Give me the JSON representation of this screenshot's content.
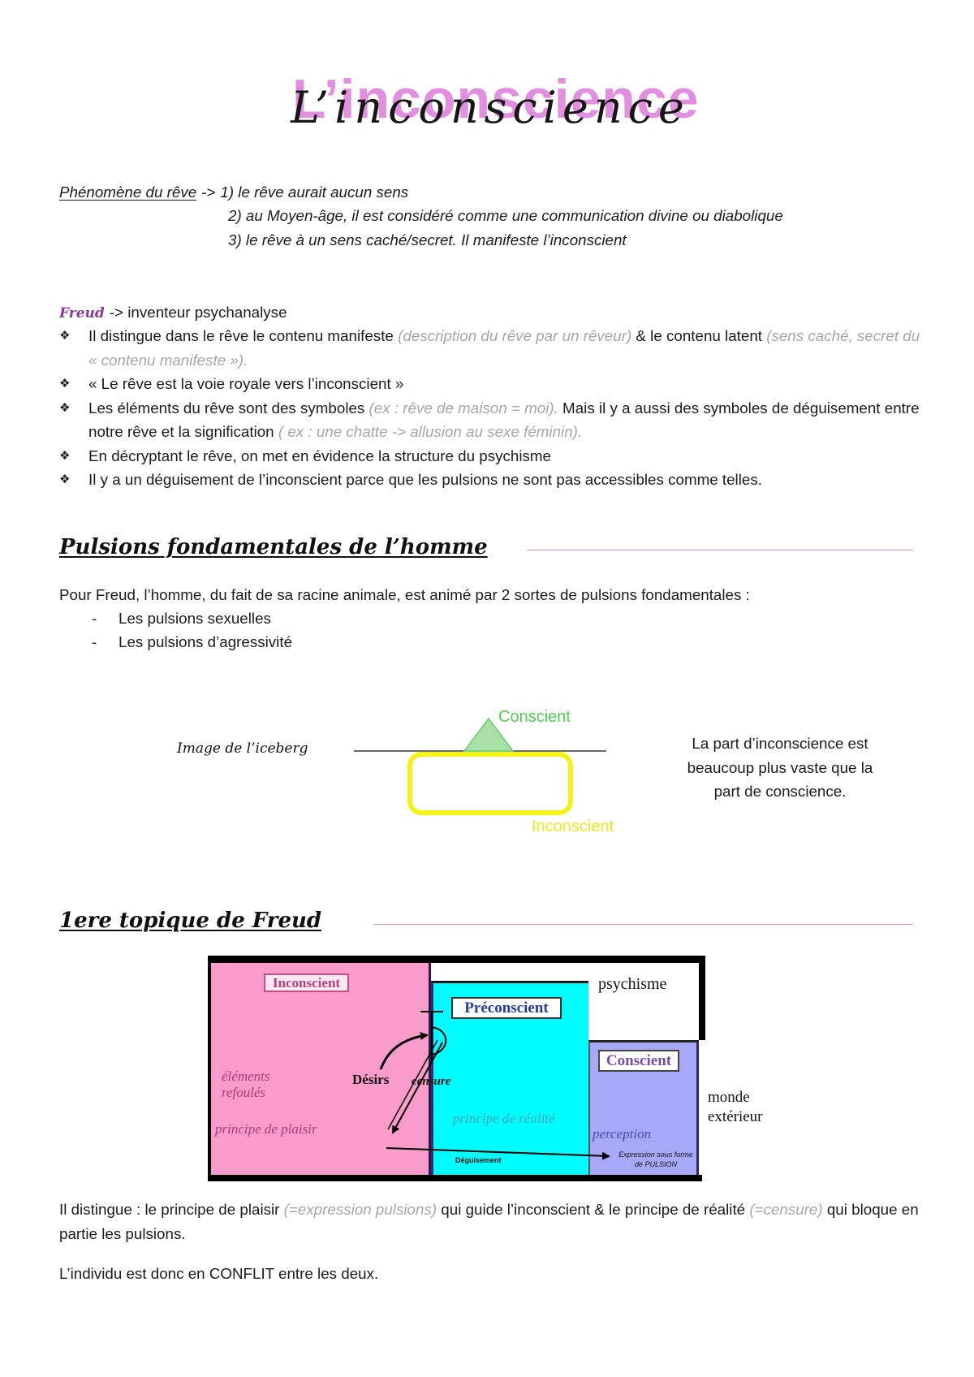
{
  "title": "L’inconscience",
  "dream": {
    "label": "Phénomène du rêve",
    "arrow": "->",
    "items": [
      "1) le rêve aurait aucun sens",
      "2) au Moyen-âge, il est considéré comme une communication divine ou diabolique",
      "3) le rêve à un sens caché/secret. Il manifeste l’inconscient"
    ]
  },
  "freud": {
    "name": "Freud",
    "desc": "-> inventeur psychanalyse",
    "bullet_icon": "diamond-bullet-icon",
    "bullet_glyph": "❖",
    "bullets": [
      [
        "Il distingue dans le rêve le contenu manifeste ",
        "(description du rêve par un rêveur)",
        " & le contenu latent ",
        "(sens caché, secret du « contenu manifeste »)."
      ],
      [
        "« Le rêve est la voie royale vers l’inconscient »"
      ],
      [
        "Les éléments du rêve sont des symboles ",
        "(ex : rêve de maison = moi).",
        " Mais il y a aussi des symboles de déguisement entre notre rêve et la signification ",
        "( ex : une chatte -> allusion au sexe féminin)."
      ],
      [
        "En décryptant le rêve, on met en évidence la structure du psychisme"
      ],
      [
        "Il y a un déguisement de l’inconscient parce que les pulsions ne sont pas accessibles comme telles."
      ]
    ]
  },
  "pulsions": {
    "heading": "Pulsions fondamentales de l’homme",
    "intro": "Pour Freud, l’homme, du fait de sa racine animale, est animé par 2 sortes de pulsions fondamentales :",
    "marker": "-",
    "items": [
      "Les pulsions sexuelles",
      "Les pulsions d’agressivité"
    ]
  },
  "iceberg": {
    "label": "Image de l’iceberg",
    "conscient": "Conscient",
    "inconscient": "Inconscient",
    "caption": [
      "La part d’inconscience est",
      "beaucoup plus vaste que la",
      "part de conscience."
    ]
  },
  "topique": {
    "heading": "1ere topique de Freud",
    "diagram": {
      "inconscient": "Inconscient",
      "preconscient": "Préconscient",
      "conscient": "Conscient",
      "psychisme": "psychisme",
      "refoules": [
        "éléments",
        "refoulés"
      ],
      "plaisir": "principe de plaisir",
      "desirs": "Désirs",
      "censure": "censure",
      "realite": "principe de réalité",
      "perception": "perception",
      "deguisement": "Déguisement",
      "expression": [
        "Expression sous forme",
        "de PULSION"
      ],
      "monde": [
        "monde",
        "extérieur"
      ]
    },
    "text": [
      "Il distingue : le principe de plaisir ",
      "(=expression pulsions)",
      " qui guide l’inconscient & le principe de réalité ",
      "(=censure)",
      " qui bloque en partie les pulsions."
    ],
    "conclusion": "L’individu est donc en CONFLIT entre les deux."
  },
  "colors": {
    "title_pink": "#e28fe0",
    "freud_purple": "#8b3a9a",
    "note_gray": "#a6a6a6",
    "heading_rule": "#d996d6",
    "iceberg_conscient_green": "#4fcf4f",
    "iceberg_inconscient_yellow": "#f3f31a",
    "region_inconscient": "#f99bcb",
    "region_preconscient": "#00fcff",
    "region_conscient": "#a8a8f8"
  }
}
